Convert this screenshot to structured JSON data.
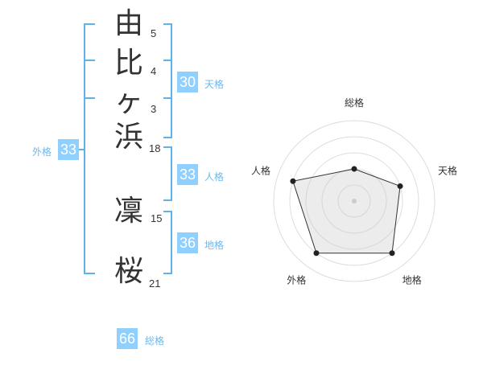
{
  "name_characters": [
    {
      "char": "由",
      "strokes": "5"
    },
    {
      "char": "比",
      "strokes": "4"
    },
    {
      "char": "ヶ",
      "strokes": "3"
    },
    {
      "char": "浜",
      "strokes": "18"
    },
    {
      "char": "凜",
      "strokes": "15"
    },
    {
      "char": "桜",
      "strokes": "21"
    }
  ],
  "fortunes": {
    "tenkaku": {
      "value": "30",
      "label": "天格"
    },
    "jinkaku": {
      "value": "33",
      "label": "人格"
    },
    "chikaku": {
      "value": "36",
      "label": "地格"
    },
    "gaikaku": {
      "value": "33",
      "label": "外格"
    },
    "soukaku": {
      "value": "66",
      "label": "総格"
    }
  },
  "accent_color": "#8fd0ff",
  "chart_data": {
    "type": "radar",
    "axes": [
      "総格",
      "天格",
      "地格",
      "外格",
      "人格"
    ],
    "rings": 5,
    "values": [
      2,
      3,
      4,
      4,
      4
    ],
    "max": 5
  }
}
